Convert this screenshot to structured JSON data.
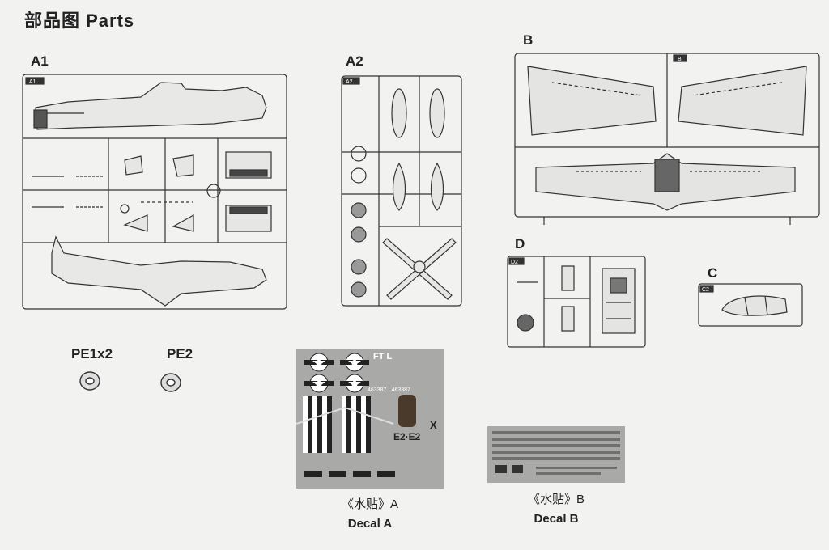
{
  "page": {
    "title": "部品图 Parts"
  },
  "sprues": {
    "a1": "A1",
    "a2": "A2",
    "b": "B",
    "c": "C",
    "d": "D"
  },
  "sprue_tags": {
    "a1": "A1",
    "a2": "A2",
    "b": "B",
    "c": "C2",
    "d": "D2"
  },
  "photo_etch": {
    "pe1": "PE1x2",
    "pe2": "PE2"
  },
  "decals": {
    "a_cn": "《水贴》A",
    "a_en": "Decal A",
    "b_cn": "《水贴》B",
    "b_en": "Decal B",
    "a_code1": "E2·E2",
    "a_code2": "FT L",
    "a_serial": "463387 · 463387"
  }
}
